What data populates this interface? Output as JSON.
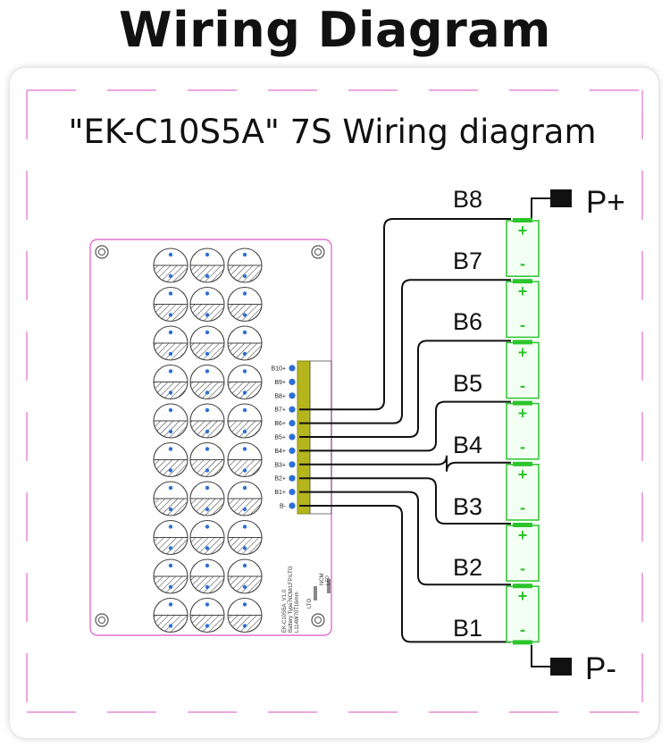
{
  "page_title": "Wiring  Diagram",
  "diagram_title": "\"EK-C10S5A\"  7S Wiring diagram",
  "terminals": {
    "positive": "P+",
    "negative": "P-"
  },
  "cell_labels": [
    "B8",
    "B7",
    "B6",
    "B5",
    "B4",
    "B3",
    "B2",
    "B1"
  ],
  "battery_cells": [
    {
      "plus": "+",
      "minus": "-"
    },
    {
      "plus": "+",
      "minus": "-"
    },
    {
      "plus": "+",
      "minus": "-"
    },
    {
      "plus": "+",
      "minus": "-"
    },
    {
      "plus": "+",
      "minus": "-"
    },
    {
      "plus": "+",
      "minus": "-"
    },
    {
      "plus": "+",
      "minus": "-"
    }
  ],
  "connector_pins": [
    "B10+",
    "B9+",
    "B8+",
    "B7+",
    "B6+",
    "B5+",
    "B4+",
    "B3+",
    "B2+",
    "B1+",
    "B-"
  ],
  "board_silkscreen": {
    "model_lines": [
      "EK-C10S5A_V1.0",
      "Battery Type:NCM/LFP/LTO",
      "L114W70T16mm"
    ],
    "jumper_labels": [
      "NCM",
      "LFP",
      "LTO"
    ]
  },
  "colors": {
    "board_outline": "#e070d0",
    "cell_green": "#2bc52b",
    "connector": "#b5b51e",
    "wire": "#111111"
  }
}
